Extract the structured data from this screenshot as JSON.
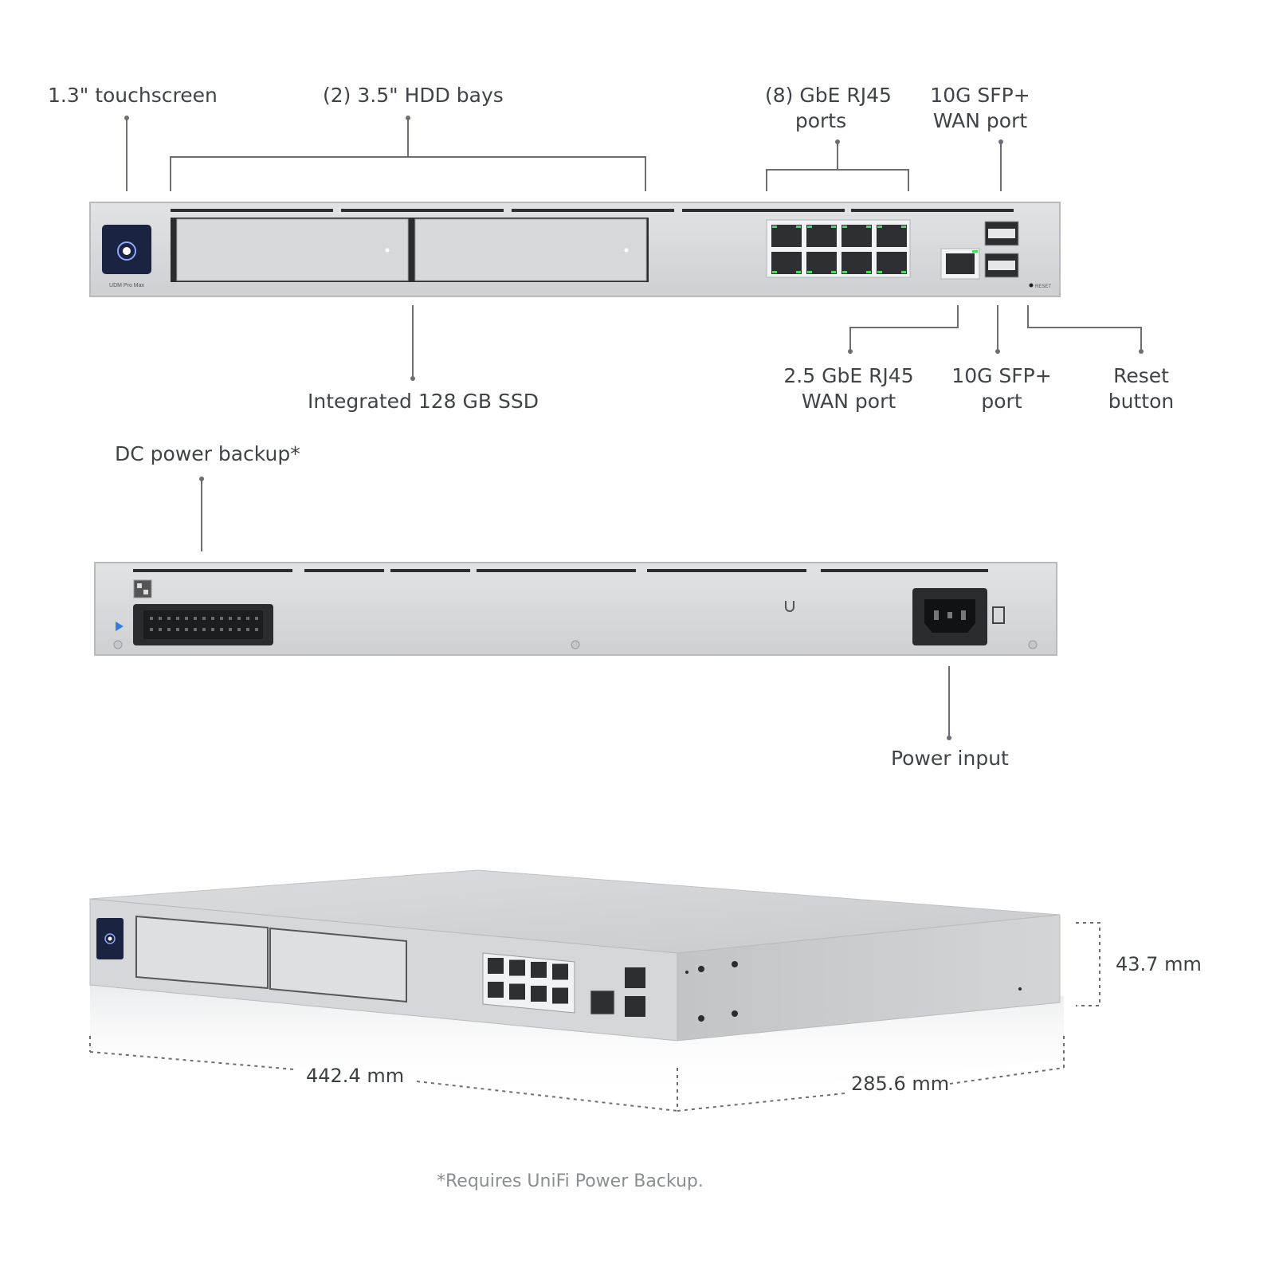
{
  "front": {
    "labels": {
      "touchscreen": "1.3\" touchscreen",
      "hdd_bays": "(2) 3.5\" HDD bays",
      "rj45_ports_line1": "(8) GbE RJ45",
      "rj45_ports_line2": "ports",
      "sfp_wan_line1": "10G SFP+",
      "sfp_wan_line2": "WAN port",
      "ssd": "Integrated 128 GB SSD",
      "wan25_line1": "2.5 GbE RJ45",
      "wan25_line2": "WAN port",
      "sfp_port_line1": "10G SFP+",
      "sfp_port_line2": "port",
      "reset_line1": "Reset",
      "reset_line2": "button"
    },
    "device_label": "UDM Pro Max",
    "reset_text": "RESET"
  },
  "rear": {
    "labels": {
      "dc_backup": "DC power backup*",
      "power_input": "Power input"
    }
  },
  "dimensions": {
    "width": "442.4 mm",
    "depth": "285.6 mm",
    "height": "43.7 mm"
  },
  "footnote": "*Requires UniFi Power Backup.",
  "colors": {
    "chassis": "#d9dadc",
    "chassis_edge": "#bfc1c4",
    "led_green": "#4cd964",
    "screen": "#1a2340",
    "accent_blue": "#2f7fe0"
  }
}
